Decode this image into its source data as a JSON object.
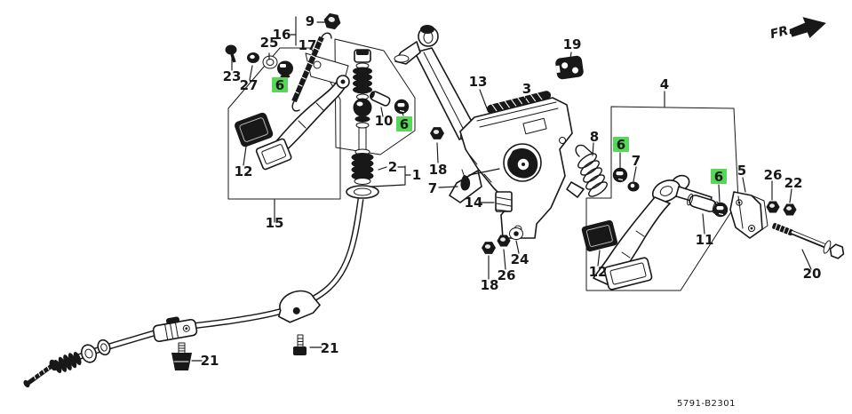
{
  "diagram": {
    "direction_label": "FR.",
    "diagram_code": "5791-B2301",
    "colors": {
      "ink": "#181818",
      "background": "#ffffff",
      "highlight": "#57d657"
    },
    "callouts": [
      {
        "label": "9",
        "highlighted": false
      },
      {
        "label": "16",
        "highlighted": false
      },
      {
        "label": "17",
        "highlighted": false
      },
      {
        "label": "25",
        "highlighted": false
      },
      {
        "label": "23",
        "highlighted": false
      },
      {
        "label": "27",
        "highlighted": false
      },
      {
        "label": "6",
        "highlighted": true
      },
      {
        "label": "12",
        "highlighted": false
      },
      {
        "label": "15",
        "highlighted": false
      },
      {
        "label": "10",
        "highlighted": false
      },
      {
        "label": "6",
        "highlighted": true
      },
      {
        "label": "2",
        "highlighted": false
      },
      {
        "label": "1",
        "highlighted": false
      },
      {
        "label": "18",
        "highlighted": false
      },
      {
        "label": "7",
        "highlighted": false
      },
      {
        "label": "14",
        "highlighted": false
      },
      {
        "label": "13",
        "highlighted": false
      },
      {
        "label": "3",
        "highlighted": false
      },
      {
        "label": "19",
        "highlighted": false
      },
      {
        "label": "24",
        "highlighted": false
      },
      {
        "label": "26",
        "highlighted": false
      },
      {
        "label": "18",
        "highlighted": false
      },
      {
        "label": "8",
        "highlighted": false
      },
      {
        "label": "6",
        "highlighted": true
      },
      {
        "label": "7",
        "highlighted": false
      },
      {
        "label": "4",
        "highlighted": false
      },
      {
        "label": "6",
        "highlighted": true
      },
      {
        "label": "5",
        "highlighted": false
      },
      {
        "label": "11",
        "highlighted": false
      },
      {
        "label": "12",
        "highlighted": false
      },
      {
        "label": "26",
        "highlighted": false
      },
      {
        "label": "22",
        "highlighted": false
      },
      {
        "label": "20",
        "highlighted": false
      },
      {
        "label": "21",
        "highlighted": false
      },
      {
        "label": "21",
        "highlighted": false
      }
    ]
  }
}
